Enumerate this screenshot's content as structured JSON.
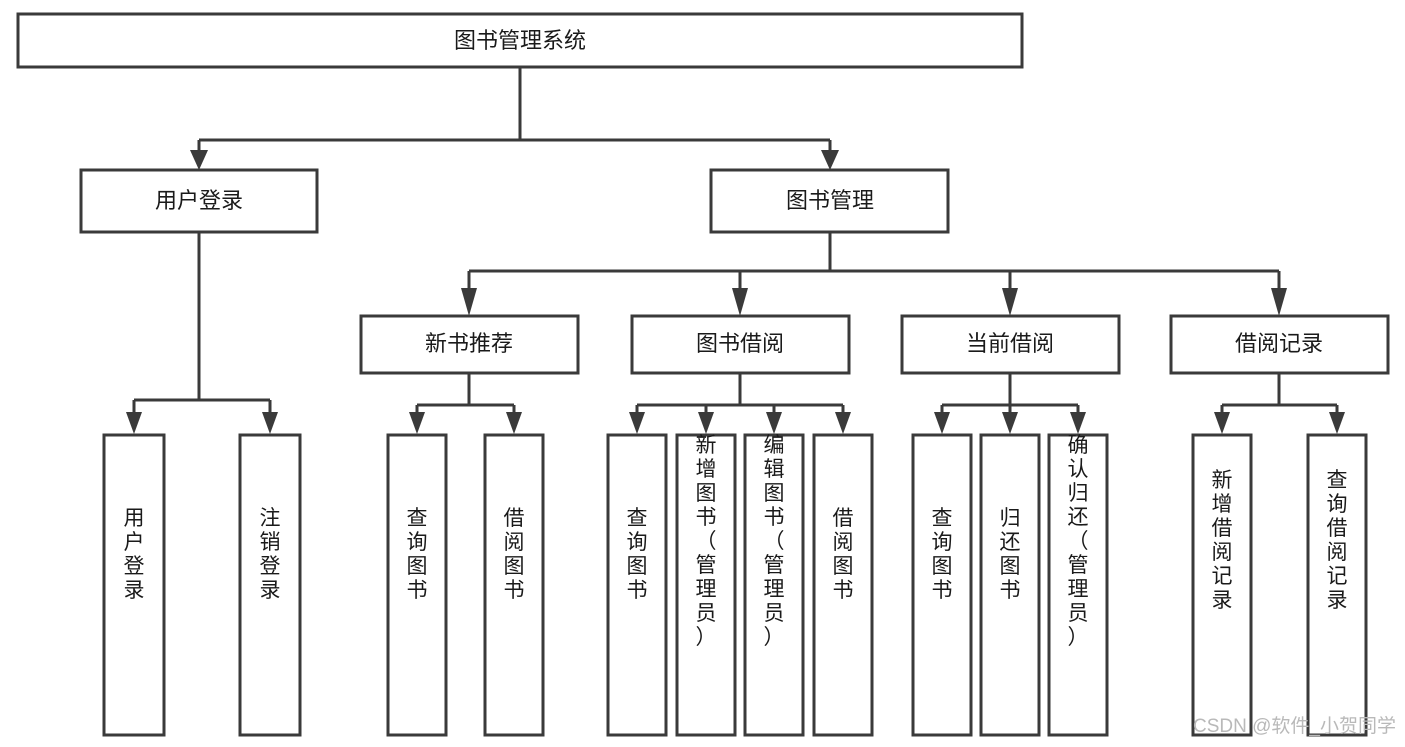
{
  "diagram": {
    "title": "图书管理系统",
    "type": "function-structure-tree",
    "orientation": "top-down",
    "levels": 4,
    "root": {
      "id": "root",
      "label": "图书管理系统",
      "orientation": "horizontal"
    },
    "level2": [
      {
        "id": "user-login",
        "label": "用户登录",
        "orientation": "horizontal"
      },
      {
        "id": "book-manage",
        "label": "图书管理",
        "orientation": "horizontal"
      }
    ],
    "level3": [
      {
        "id": "new-book-recommend",
        "label": "新书推荐",
        "orientation": "horizontal",
        "parent": "book-manage"
      },
      {
        "id": "book-borrow",
        "label": "图书借阅",
        "orientation": "horizontal",
        "parent": "book-manage"
      },
      {
        "id": "current-borrow",
        "label": "当前借阅",
        "orientation": "horizontal",
        "parent": "book-manage"
      },
      {
        "id": "borrow-record",
        "label": "借阅记录",
        "orientation": "horizontal",
        "parent": "book-manage"
      }
    ],
    "leaves": [
      {
        "id": "leaf-user-login",
        "label": "用户登录",
        "parent": "user-login",
        "orientation": "vertical"
      },
      {
        "id": "leaf-user-logout",
        "label": "注销登录",
        "parent": "user-login",
        "orientation": "vertical"
      },
      {
        "id": "leaf-query-book-1",
        "label": "查询图书",
        "parent": "new-book-recommend",
        "orientation": "vertical"
      },
      {
        "id": "leaf-borrow-book-1",
        "label": "借阅图书",
        "parent": "new-book-recommend",
        "orientation": "vertical"
      },
      {
        "id": "leaf-query-book-2",
        "label": "查询图书",
        "parent": "book-borrow",
        "orientation": "vertical"
      },
      {
        "id": "leaf-add-book",
        "label": "新增图书（管理员）",
        "parent": "book-borrow",
        "orientation": "vertical"
      },
      {
        "id": "leaf-edit-book",
        "label": "编辑图书（管理员）",
        "parent": "book-borrow",
        "orientation": "vertical"
      },
      {
        "id": "leaf-borrow-book-2",
        "label": "借阅图书",
        "parent": "book-borrow",
        "orientation": "vertical"
      },
      {
        "id": "leaf-query-book-3",
        "label": "查询图书",
        "parent": "current-borrow",
        "orientation": "vertical"
      },
      {
        "id": "leaf-return-book",
        "label": "归还图书",
        "parent": "current-borrow",
        "orientation": "vertical"
      },
      {
        "id": "leaf-confirm-return",
        "label": "确认归还（管理员）",
        "parent": "current-borrow",
        "orientation": "vertical"
      },
      {
        "id": "leaf-add-record",
        "label": "新增借阅记录",
        "parent": "borrow-record",
        "orientation": "vertical"
      },
      {
        "id": "leaf-query-record",
        "label": "查询借阅记录",
        "parent": "borrow-record",
        "orientation": "vertical"
      }
    ]
  },
  "watermark": {
    "text": "CSDN @软件_小贺同学"
  },
  "colors": {
    "stroke": "#3a3a3a",
    "fill": "#ffffff",
    "text": "#1a1a1a",
    "watermark": "#b9b9b9"
  }
}
